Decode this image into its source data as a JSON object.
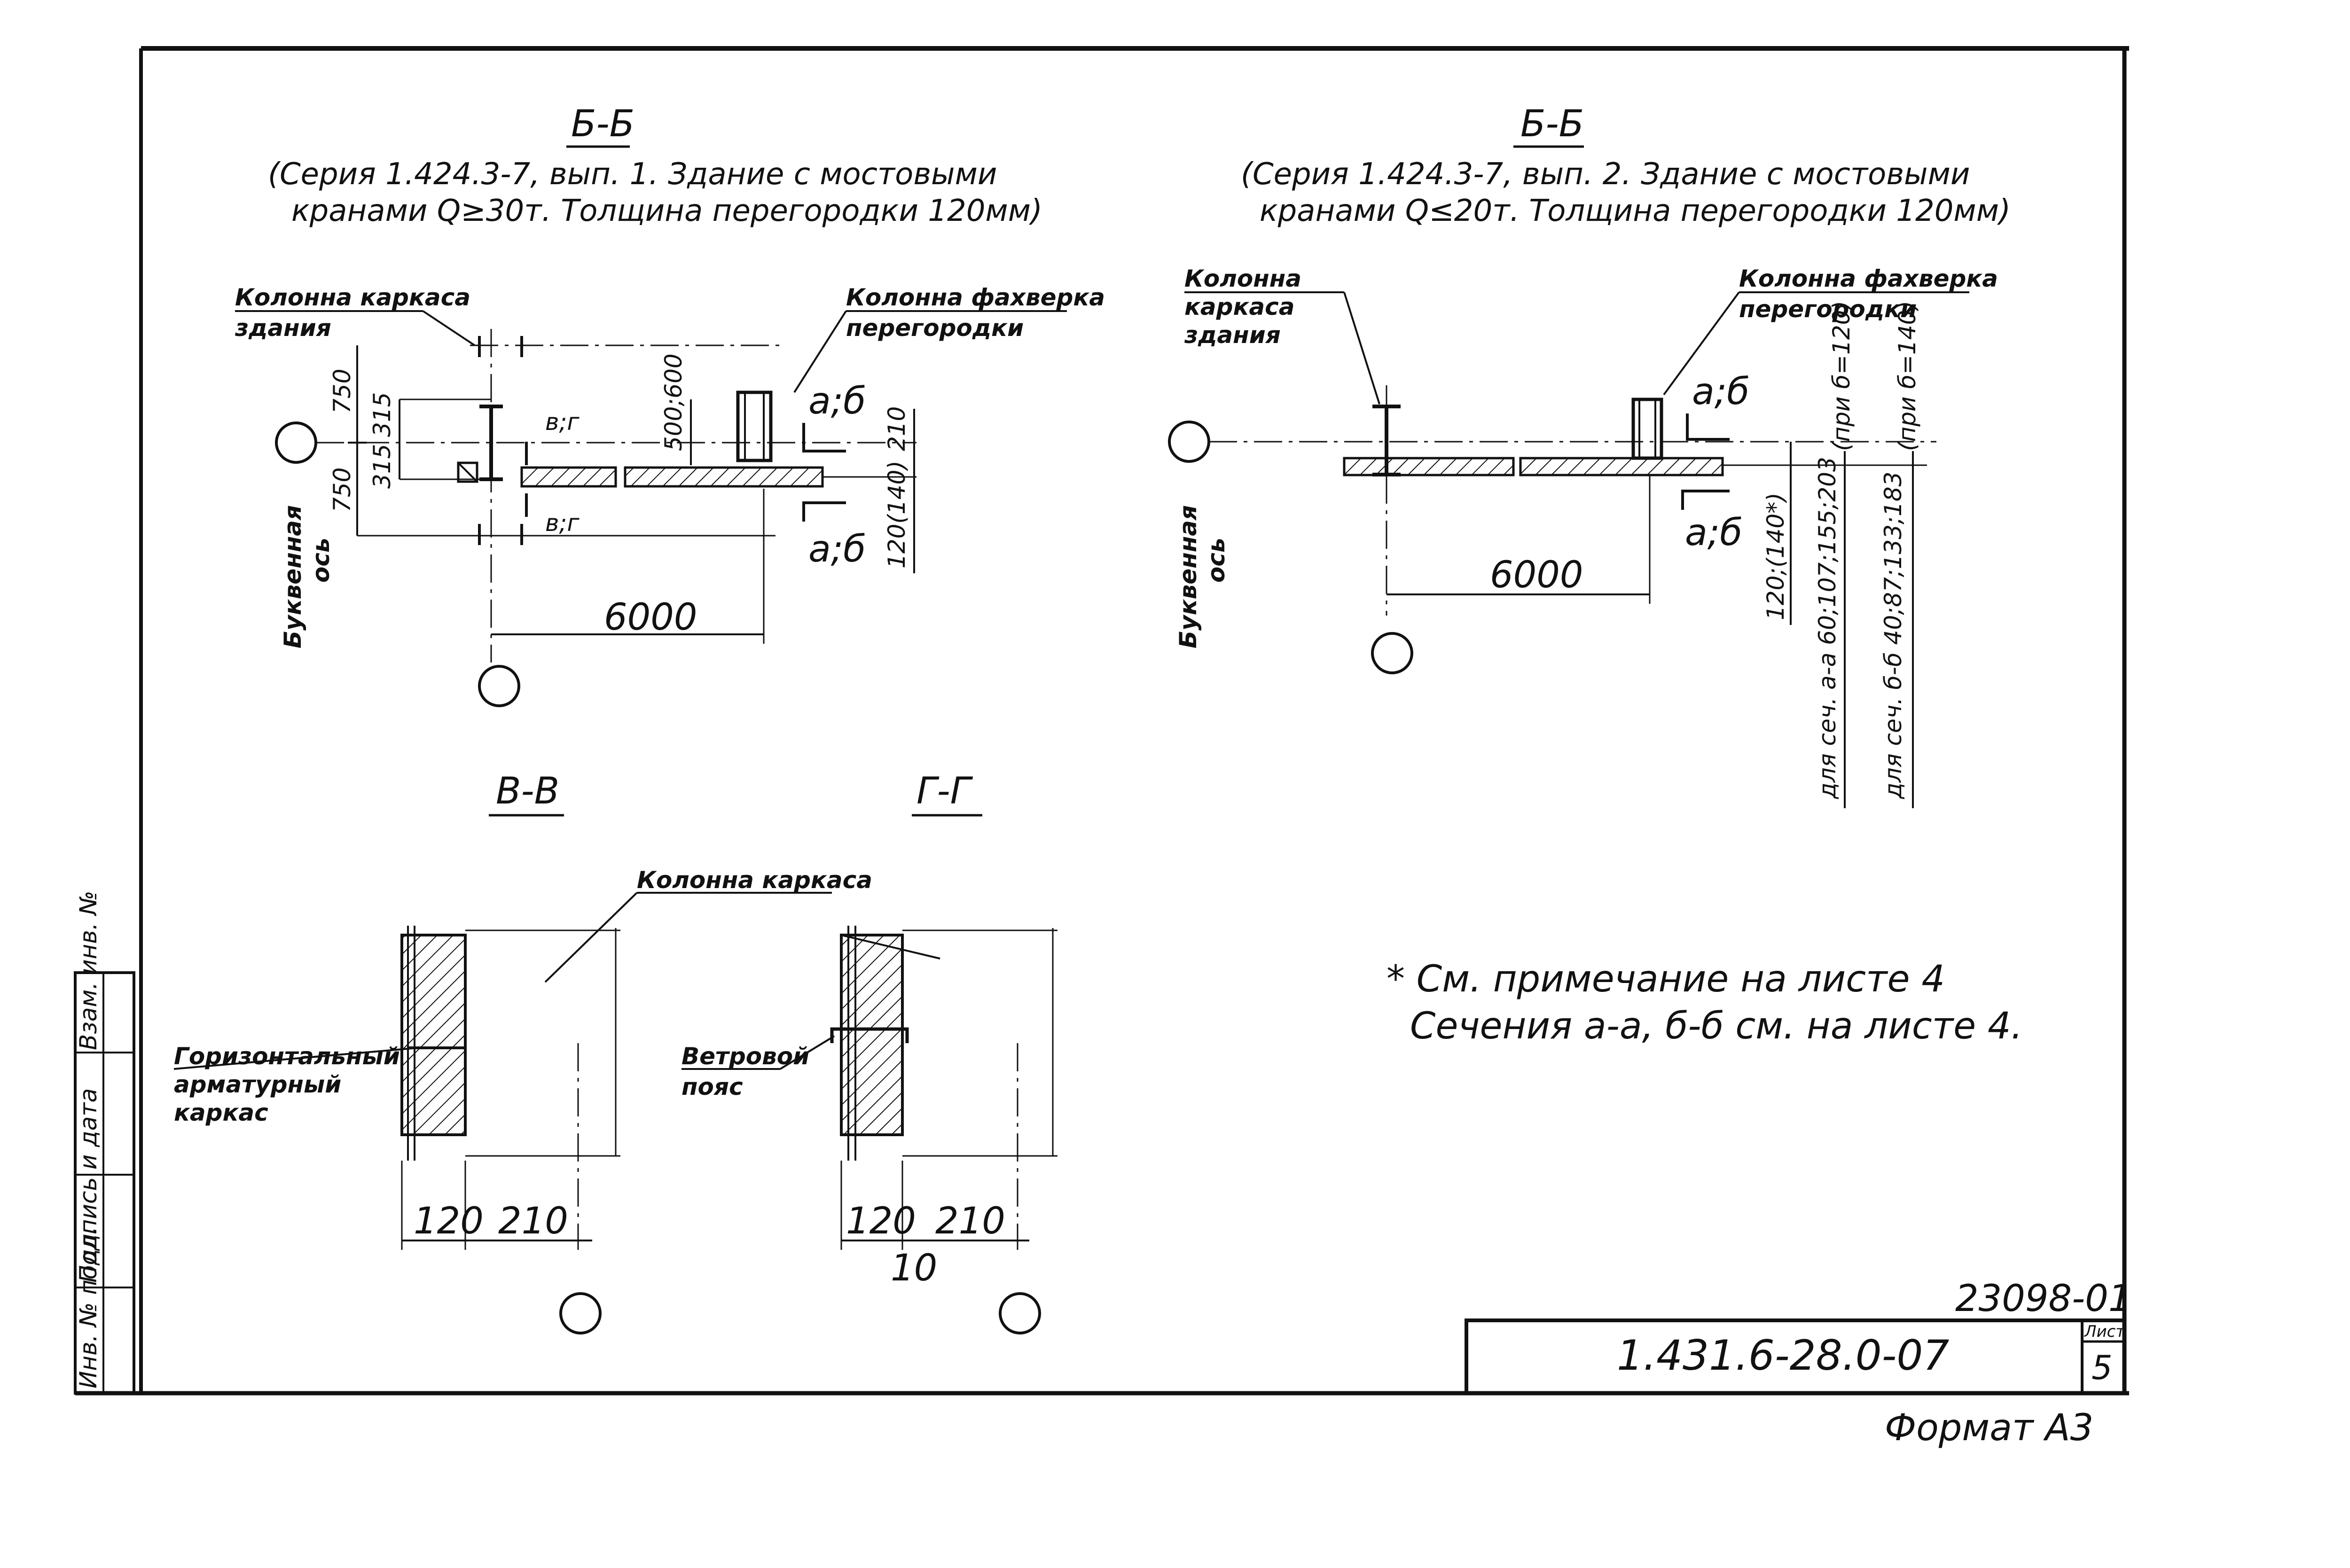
{
  "section_bb_1": {
    "title": "Б-Б",
    "caption_line1": "(Серия 1.424.3-7, вып. 1. Здание с мостовыми",
    "caption_line2": "кранами  Q≥30т. Толщина перегородки 120мм)",
    "label_col_frame_1": "Колонна каркаса",
    "label_col_frame_2": "здания",
    "label_col_fach_1": "Колонна фахверка",
    "label_col_fach_2": "перегородки",
    "dim_750_top": "750",
    "dim_750_bot": "750",
    "dim_315_top": "315",
    "dim_315_bot": "315",
    "dim_500_600": "500;600",
    "dim_210": "210",
    "dim_120_140": "120(140)",
    "dim_6000": "6000",
    "cut_vg_top": "в;г",
    "cut_vg_bot": "в;г",
    "cut_ab_top": "а;б",
    "cut_ab_bot": "а;б",
    "axis_label_1": "Буквенная",
    "axis_label_2": "ось"
  },
  "section_bb_2": {
    "title": "Б-Б",
    "caption_line1": "(Серия 1.424.3-7, вып. 2. Здание с мостовыми",
    "caption_line2": "кранами  Q≤20т. Толщина перегородки 120мм)",
    "label_col_frame_1": "Колонна",
    "label_col_frame_2": "каркаса",
    "label_col_frame_3": "здания",
    "label_col_fach_1": "Колонна фахверка",
    "label_col_fach_2": "перегородки",
    "cut_ab_top": "а;б",
    "cut_ab_bot": "а;б",
    "dim_6000": "6000",
    "dim_120_140": "120;(140*)",
    "dim_note_b120": "(при б=120)",
    "dim_note_b140": "(при б=140)",
    "dims_aa": "для сеч. а-а  60;107;155;203",
    "dims_bb": "для сеч. б-б  40;87;133;183",
    "axis_label_1": "Буквенная",
    "axis_label_2": "ось"
  },
  "section_vv": {
    "title": "В-В",
    "label_col": "Колонна каркаса",
    "label_arm_1": "Горизонтальный",
    "label_arm_2": "арматурный",
    "label_arm_3": "каркас",
    "dim_120": "120",
    "dim_210": "210"
  },
  "section_gg": {
    "title": "Г-Г",
    "label_belt_1": "Ветровой",
    "label_belt_2": "пояс",
    "dim_120": "120",
    "dim_210": "210",
    "dim_10": "10"
  },
  "notes": {
    "line1": "* См. примечание на листе 4",
    "line2": "Сечения  а-а, б-б см. на листе 4."
  },
  "side_stamp": {
    "inv_orig": "Инв. № подл.",
    "sign_date": "Подпись и дата",
    "inv_replace": "Взам. инв. №"
  },
  "title_block": {
    "archive_no": "23098-01",
    "doc_code": "1.431.6-28.0-07",
    "sheet_label": "Лист",
    "sheet_no": "5",
    "format": "Формат А3"
  }
}
